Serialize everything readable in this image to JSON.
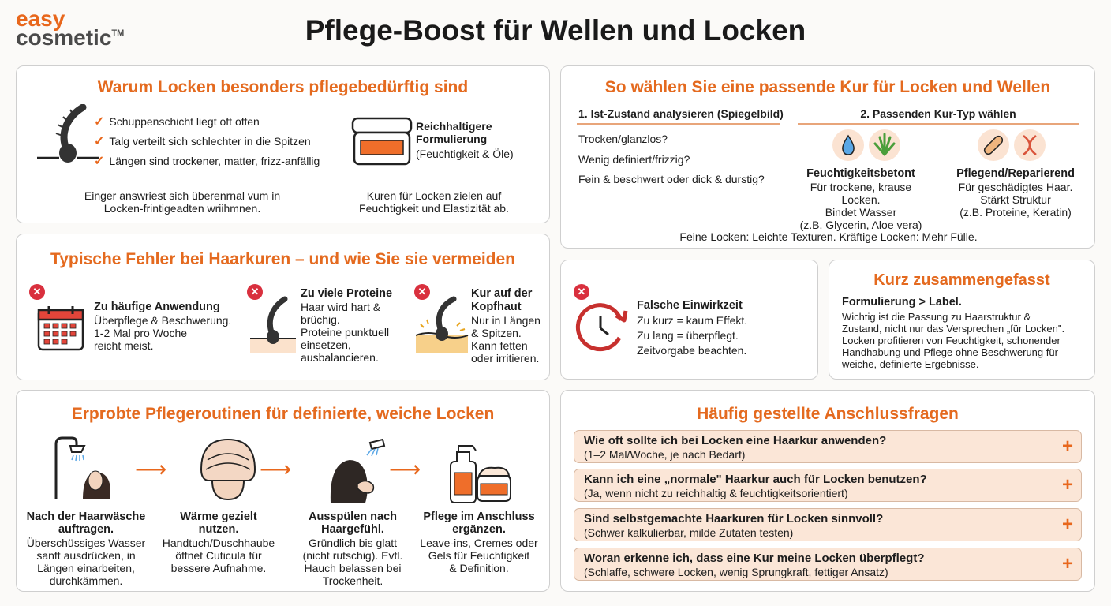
{
  "brand": {
    "line1": "easy",
    "line2": "cosmetic",
    "tm": "TM"
  },
  "title": "Pflege-Boost für Wellen und Locken",
  "why": {
    "title": "Warum Locken besonders pflegebedürftig sind",
    "points": [
      "Schuppenschicht liegt oft offen",
      "Talg verteilt sich schlechter in die Spitzen",
      "Längen sind trockener, matter, frizz-anfällig"
    ],
    "product_title": "Reichhaltigere Formulierung",
    "product_sub": "(Feuchtigkeit & Öle)",
    "note_left_1": "Einger answriest sich überenrnal vum in",
    "note_left_2": "Locken-frintigeadten wriihmnen.",
    "note_right_1": "Kuren für Locken zielen auf",
    "note_right_2": "Feuchtigkeit und Elastizität ab."
  },
  "mistakes": {
    "title": "Typische Fehler bei Haarkuren – und wie Sie sie vermeiden",
    "items": [
      {
        "title": "Zu häufige Anwendung",
        "lines": [
          "Überpflege & Beschwerung.",
          "1-2 Mal pro Woche",
          "reicht meist."
        ]
      },
      {
        "title": "Zu viele Proteine",
        "lines": [
          "Haar wird hart &",
          "brüchig.",
          "Proteine punktuell",
          "einsetzen,",
          "ausbalancieren."
        ]
      },
      {
        "title_1": "Kur auf der",
        "title_2": "Kopfhaut",
        "lines": [
          "Nur in Längen",
          "& Spitzen.",
          "Kann fetten",
          "oder irritieren."
        ]
      }
    ]
  },
  "routines": {
    "title": "Erprobte Pflegeroutinen für definierte, weiche Locken",
    "steps": [
      {
        "t1": "Nach der Haarwäsche",
        "t2": "auftragen.",
        "lines": [
          "Überschüssiges Wasser",
          "sanft ausdrücken, in",
          "Längen einarbeiten,",
          "durchkämmen."
        ]
      },
      {
        "t1": "Wärme gezielt",
        "t2": "nutzen.",
        "lines": [
          "Handtuch/Duschhaube",
          "öffnet Cuticula für",
          "bessere Aufnahme."
        ]
      },
      {
        "t1": "Ausspülen nach",
        "t2": "Haargefühl.",
        "lines": [
          "Gründlich bis glatt",
          "(nicht rutschig). Evtl.",
          "Hauch belassen bei",
          "Trockenheit."
        ]
      },
      {
        "t1": "Pflege im Anschluss",
        "t2": "ergänzen.",
        "lines": [
          "Leave-ins, Cremes oder",
          "Gels für Feuchtigkeit",
          "& Definition."
        ]
      }
    ],
    "arrow": "⟶"
  },
  "choose": {
    "title": "So wählen Sie eine passende Kur für Locken und Wellen",
    "step1": "1. Ist-Zustand analysieren (Spiegelbild)",
    "step2": "2. Passenden Kur-Typ wählen",
    "questions": [
      "Trocken/glanzlos?",
      "Wenig definiert/frizzig?",
      "Fein & beschwert oder dick & durstig?"
    ],
    "types": [
      {
        "title": "Feuchtigkeitsbetont",
        "lines": [
          "Für trockene, krause Locken.",
          "Bindet Wasser",
          "(z.B. Glycerin, Aloe vera)"
        ]
      },
      {
        "title": "Pflegend/Reparierend",
        "lines": [
          "Für geschädigtes Haar.",
          "Stärkt Struktur",
          "(z.B. Proteine, Keratin)"
        ]
      }
    ],
    "footer": "Feine Locken: Leichte Texturen. Kräftige Locken: Mehr Fülle."
  },
  "time": {
    "title": "Falsche Einwirkzeit",
    "lines": [
      "Zu kurz = kaum Effekt.",
      "Zu lang = überpflegt.",
      "Zeitvorgabe beachten."
    ]
  },
  "summary": {
    "title": "Kurz zusammengefasst",
    "lead": "Formulierung > Label.",
    "lines": [
      "Wichtig ist die Passung zu Haarstruktur &",
      "Zustand, nicht nur das Versprechen „für Locken\".",
      "Locken profitieren von Feuchtigkeit, schonender",
      "Handhabung und Pflege ohne Beschwerung für",
      "weiche, definierte Ergebnisse."
    ]
  },
  "faq": {
    "title": "Häufig gestellte Anschlussfragen",
    "items": [
      {
        "q": "Wie oft sollte ich bei Locken eine Haarkur anwenden?",
        "a": "(1–2 Mal/Woche, je nach Bedarf)"
      },
      {
        "q": "Kann ich eine „normale\" Haarkur auch für Locken benutzen?",
        "a": "(Ja, wenn nicht zu reichhaltig & feuchtigkeitsorientiert)"
      },
      {
        "q": "Sind selbstgemachte Haarkuren für Locken sinnvoll?",
        "a": "(Schwer kalkulierbar, milde Zutaten testen)"
      },
      {
        "q": "Woran erkenne ich, dass eine Kur meine Locken überpflegt?",
        "a": "(Schlaffe, schwere Locken, wenig Sprungkraft, fettiger Ansatz)"
      }
    ],
    "plus": "+"
  },
  "icons": {
    "check": "✓",
    "x": "✕"
  },
  "colors": {
    "accent": "#e8671c",
    "error": "#d9303e",
    "faq_bg": "#fbe6d7"
  }
}
